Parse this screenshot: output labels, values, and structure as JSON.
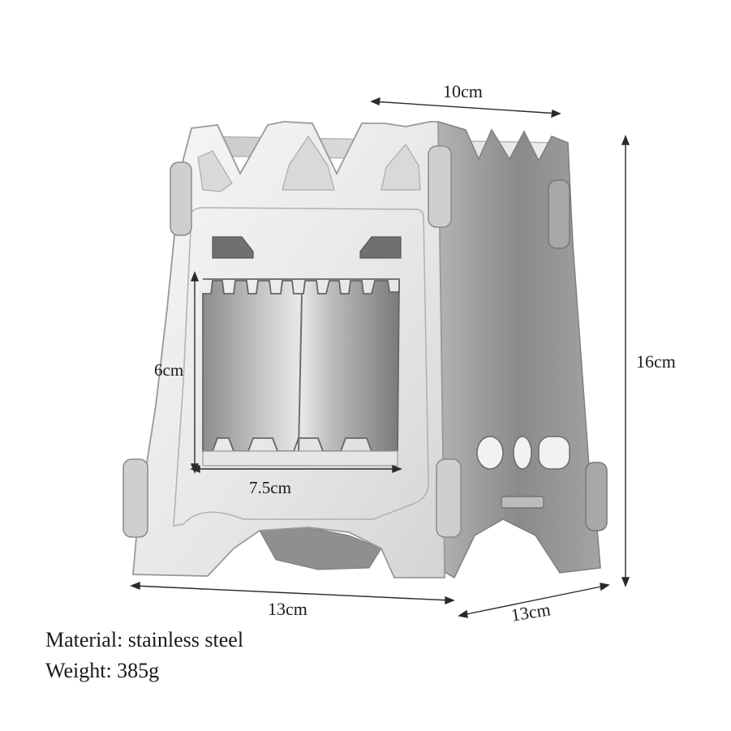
{
  "dimensions": {
    "top_width": "10cm",
    "height": "16cm",
    "window_height": "6cm",
    "window_width": "7.5cm",
    "front_width": "13cm",
    "side_depth": "13cm"
  },
  "specs": {
    "material": "Material: stainless steel",
    "weight": "Weight: 385g"
  },
  "colors": {
    "front_panel": "#ececec",
    "side_panel": "#8e8e8e",
    "outline": "#9a9a9a",
    "text": "#1a1a1a"
  }
}
